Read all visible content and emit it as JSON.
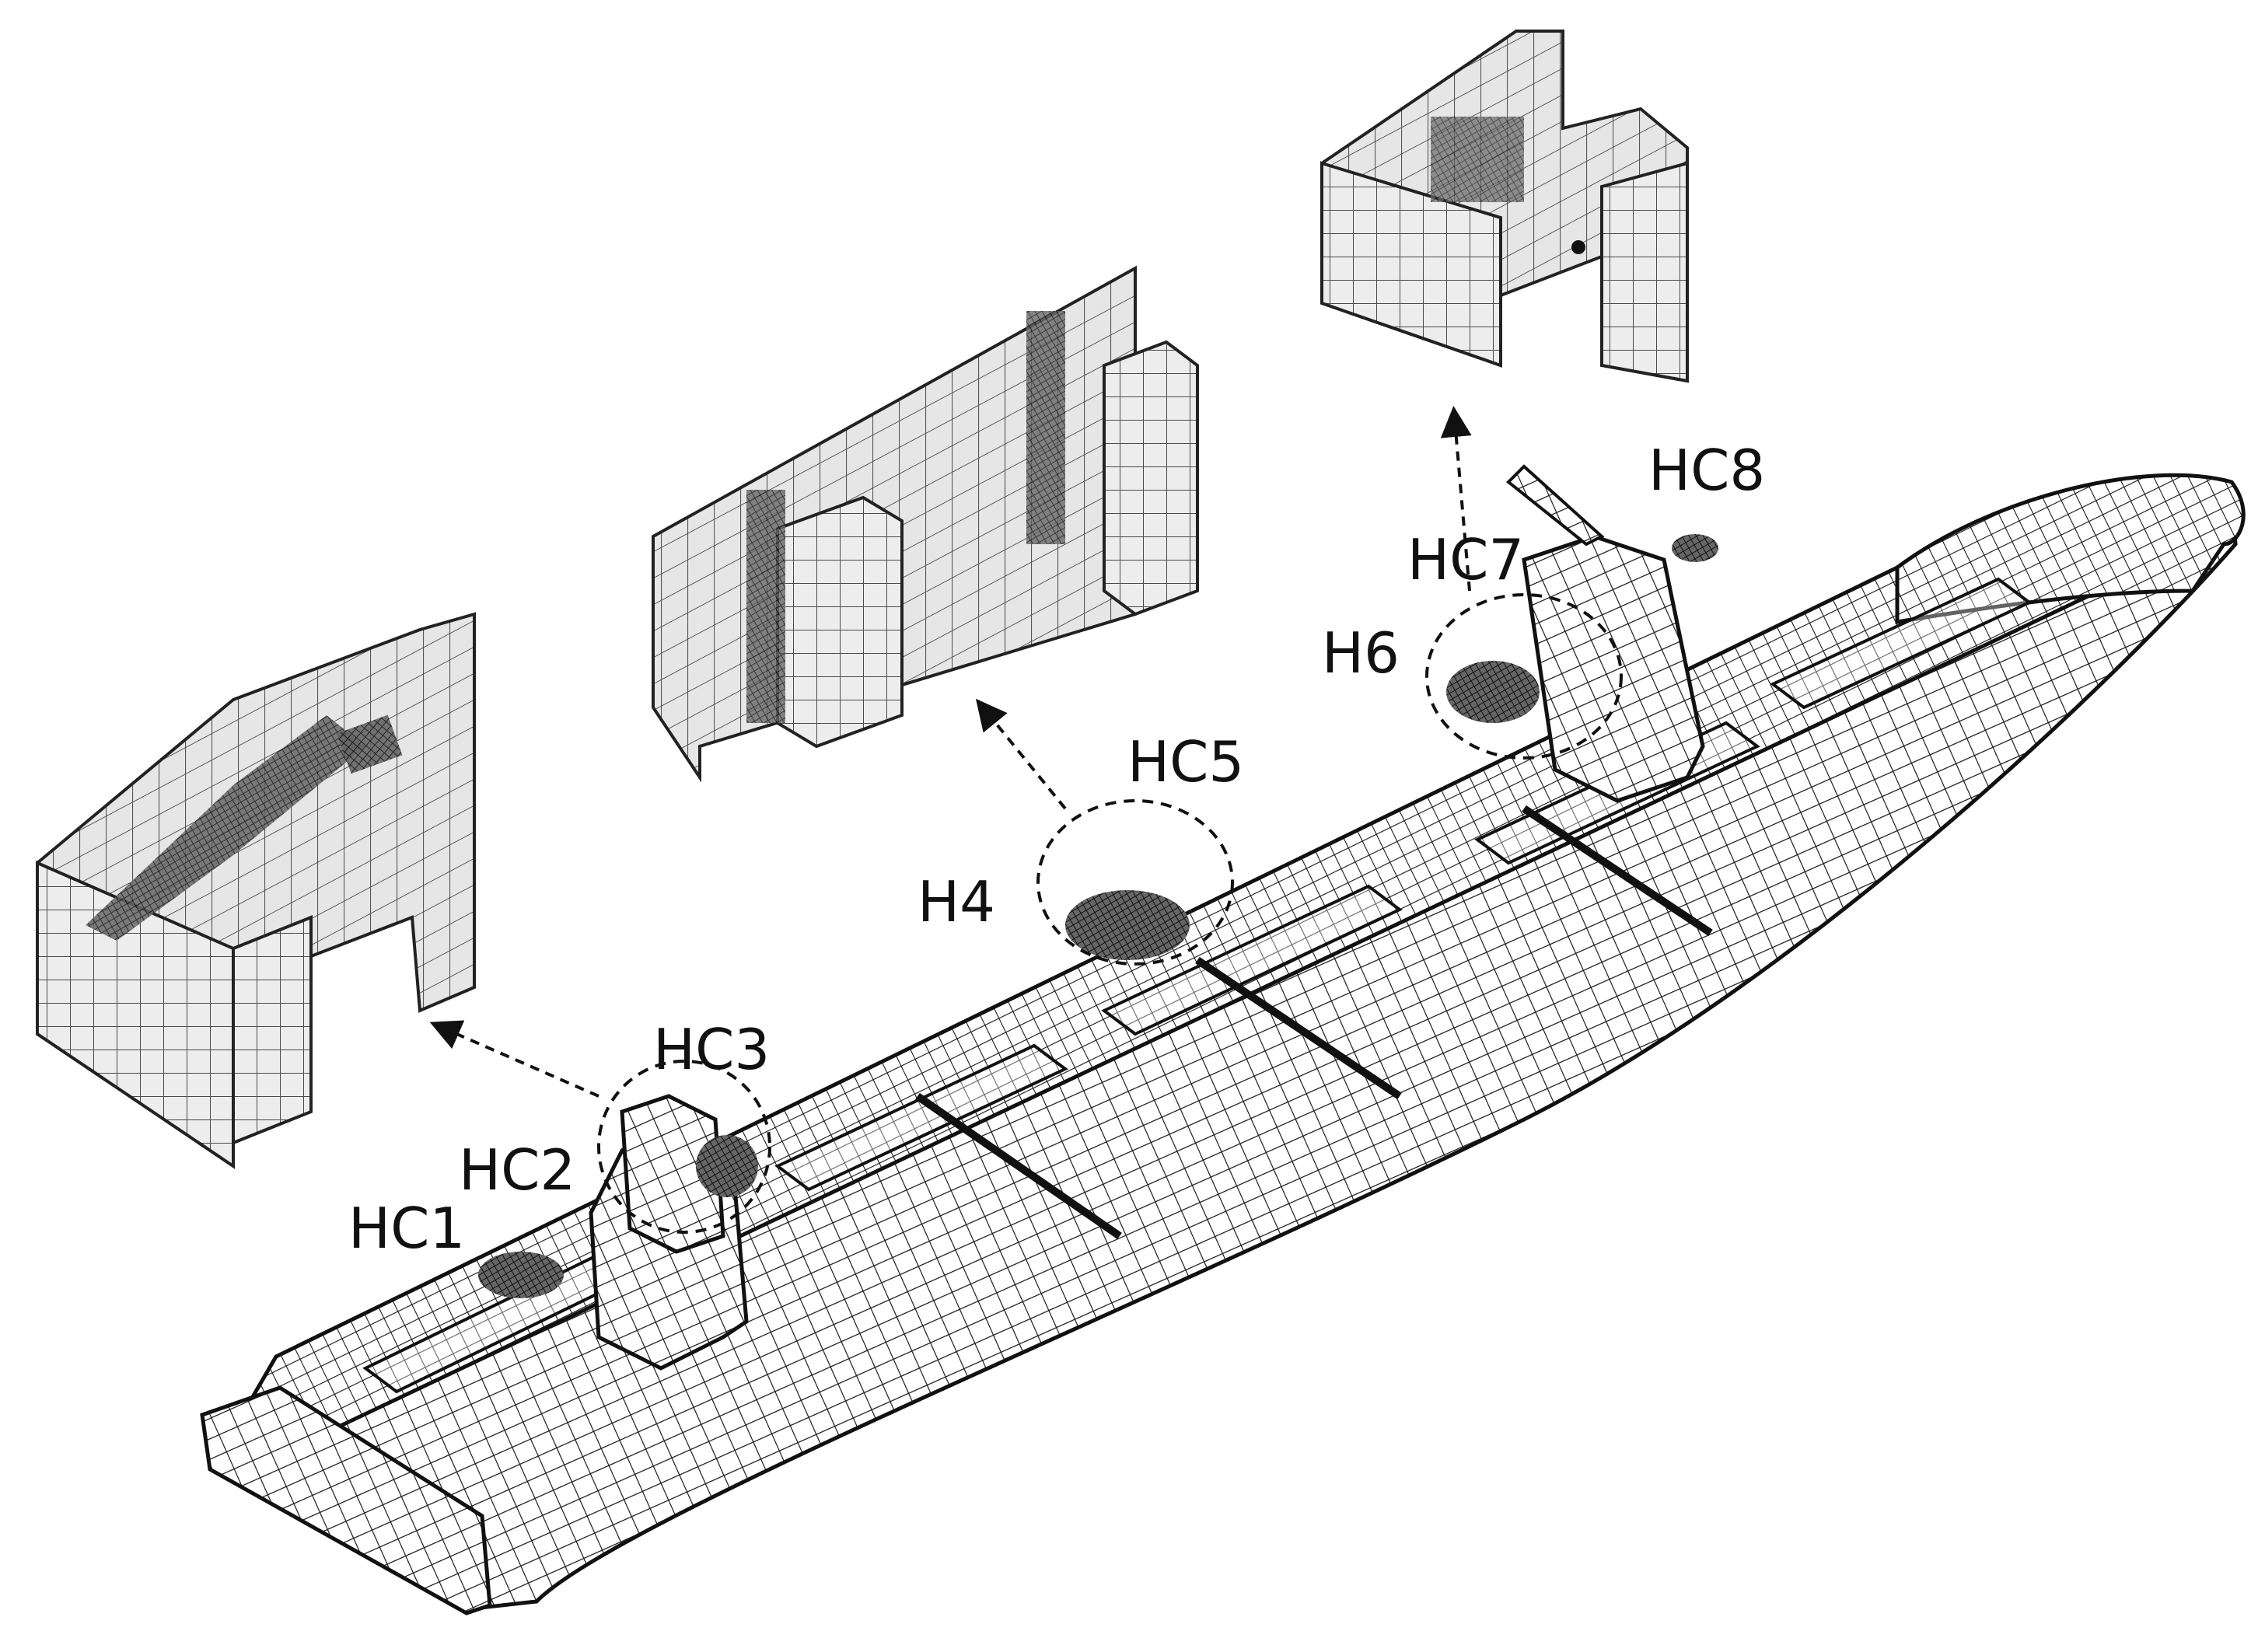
{
  "labels": {
    "hc1": "HC1",
    "hc2": "HC2",
    "hc3": "HC3",
    "h4": "H4",
    "hc5": "HC5",
    "h6": "H6",
    "hc7": "HC7",
    "hc8": "HC8"
  },
  "colors": {
    "mesh_line": "#1a1a1a",
    "detail_fill": "#ededed",
    "detail_line": "#2a2a2a",
    "dense_mesh": "#111111",
    "background": "#ffffff"
  },
  "meshes": {
    "ship_hull": "ship-hull-mesh",
    "detail_aft": "aft-hold-detail-mesh",
    "detail_mid": "midship-hold-detail-mesh",
    "detail_fwd": "fore-hold-detail-mesh"
  }
}
